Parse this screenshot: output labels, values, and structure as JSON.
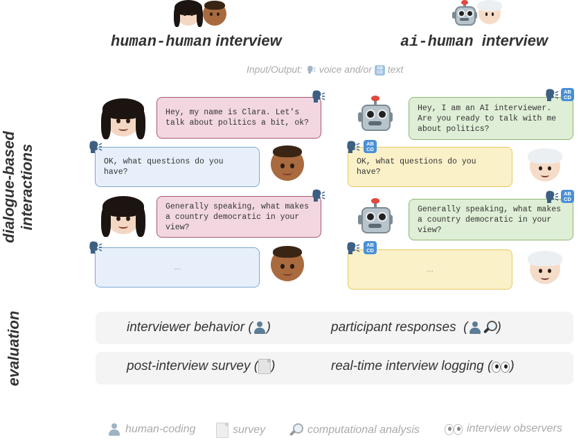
{
  "columns": {
    "left_title_mono": "human-human",
    "left_title_rest": "interview",
    "right_title_mono": "ai-human",
    "right_title_rest": "interview"
  },
  "io_note": {
    "prefix": "Input/Output:",
    "middle": "voice and/or",
    "suffix": "text"
  },
  "section_labels": {
    "dialogue": "dialogue-based interactions",
    "dialogue_line1": "dialogue-based",
    "dialogue_line2": "interactions",
    "evaluation": "evaluation"
  },
  "abcd_glyph": {
    "top": "AB",
    "bottom": "CD"
  },
  "human_dialogue": [
    {
      "speaker": "interviewer",
      "text": "Hey, my name is Clara. Let's talk about politics a bit, ok?"
    },
    {
      "speaker": "participant",
      "text": "OK, what questions do you have?"
    },
    {
      "speaker": "interviewer",
      "text": "Generally speaking, what makes a country democratic in your view?"
    },
    {
      "speaker": "participant",
      "text": "..."
    }
  ],
  "ai_dialogue": [
    {
      "speaker": "ai-interviewer",
      "text": "Hey, I am an AI interviewer. Are you ready to talk with me about politics?"
    },
    {
      "speaker": "participant",
      "text": "OK, what questions do you have?"
    },
    {
      "speaker": "ai-interviewer",
      "text": "Generally speaking, what makes a country democratic in your view?"
    },
    {
      "speaker": "participant",
      "text": "..."
    }
  ],
  "evaluation": {
    "row1": [
      {
        "label": "interviewer behavior",
        "icons": [
          "human-coding"
        ]
      },
      {
        "label": "participant responses",
        "icons": [
          "human-coding",
          "computational-analysis"
        ]
      }
    ],
    "row2": [
      {
        "label": "post-interview survey",
        "icons": [
          "survey"
        ]
      },
      {
        "label": "real-time interview logging",
        "icons": [
          "interview-observers"
        ]
      }
    ]
  },
  "legend": [
    {
      "icon": "bust-icon",
      "label": "human-coding"
    },
    {
      "icon": "document-icon",
      "label": "survey"
    },
    {
      "icon": "magnifier-icon",
      "label": "computational analysis"
    },
    {
      "icon": "eyes-icon",
      "label": "interview observers"
    }
  ],
  "colors": {
    "interviewer_bubble": "#f2d7e1",
    "participant_human_bubble": "#e7f0fa",
    "participant_ai_bubble": "#fbf1c9",
    "ai_bubble": "#dfeed6",
    "eval_panel": "#f4f4f4"
  }
}
